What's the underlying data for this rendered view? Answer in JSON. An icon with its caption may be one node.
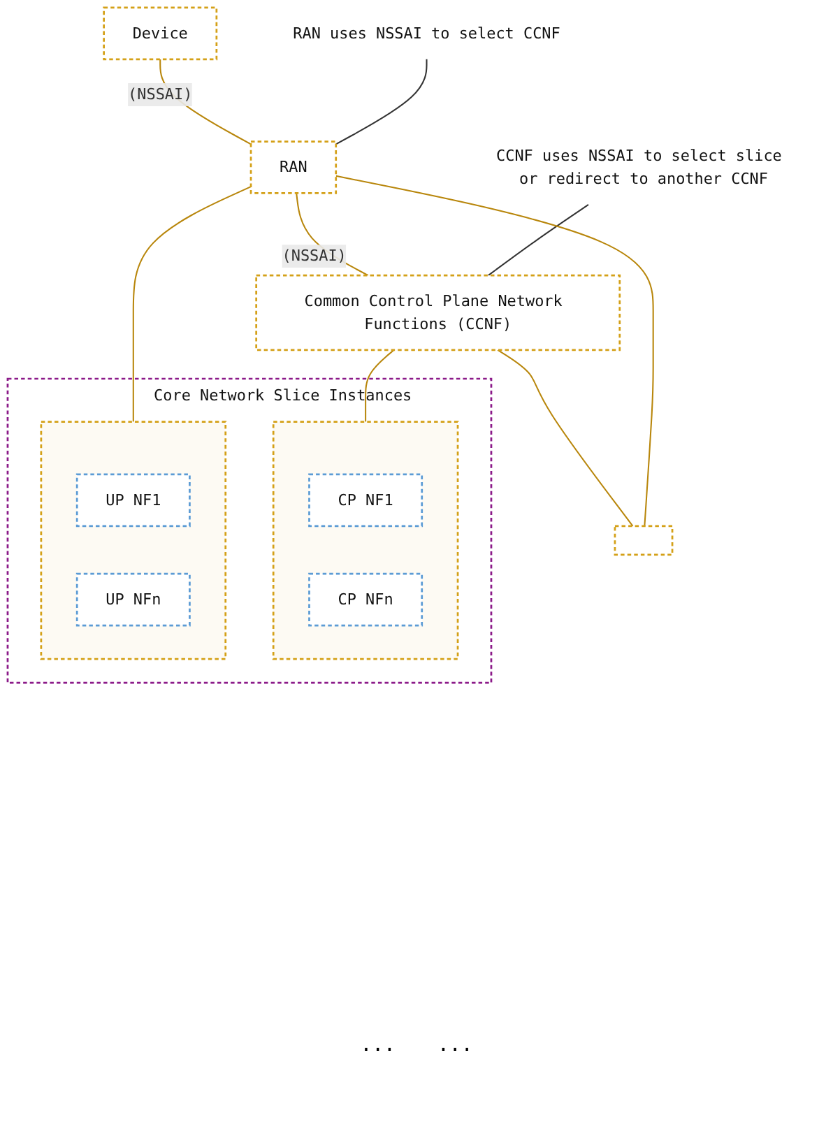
{
  "diagram": {
    "nodes": [
      {
        "text": [
          "Device"
        ]
      },
      {
        "text": [
          "RAN uses NSSAI to select CCNF"
        ]
      },
      {
        "text": [
          "RAN"
        ]
      },
      {
        "text": [
          "CCNF uses NSSAI to select slice or redirect to another CCNF"
        ]
      },
      {
        "text": [
          "Common Control Plane Network Functions (CCNF)"
        ]
      },
      {
        "text": [],
        "shape": "box"
      },
      {
        "text": [
          "Core Network Slice Instances"
        ]
      },
      {
        "text": [],
        "shape": "box",
        "in": 6
      },
      {
        "text": [
          "CP NF1"
        ],
        "in": 7
      },
      {
        "text": [
          "CP NFn"
        ],
        "in": 7
      },
      {
        "text": [],
        "shape": "box",
        "in": 6
      },
      {
        "text": [
          "UP NF1"
        ],
        "in": 10
      },
      {
        "text": [
          "UP NFn"
        ],
        "in": 10
      }
    ],
    "edges": [
      {
        "from": 0,
        "to": 2,
        "arrow": "none",
        "label": "(NSSAI)"
      },
      {
        "from": 1,
        "to": 2,
        "arrow": "none",
        "color": "#333333"
      },
      {
        "from": 2,
        "to": 4,
        "arrow": "none",
        "label": "(NSSAI)"
      },
      {
        "from": 3,
        "to": 4,
        "arrow": "none",
        "color": "#333333"
      },
      {
        "from": 4,
        "to": 7,
        "arrow": "none"
      },
      {
        "from": 4,
        "to": 5,
        "arrow": "none"
      },
      {
        "from": 2,
        "to": 10,
        "arrow": "none"
      },
      {
        "from": 2,
        "to": 5,
        "arrow": "none"
      }
    ],
    "labels": [
      "...",
      "..."
    ]
  }
}
